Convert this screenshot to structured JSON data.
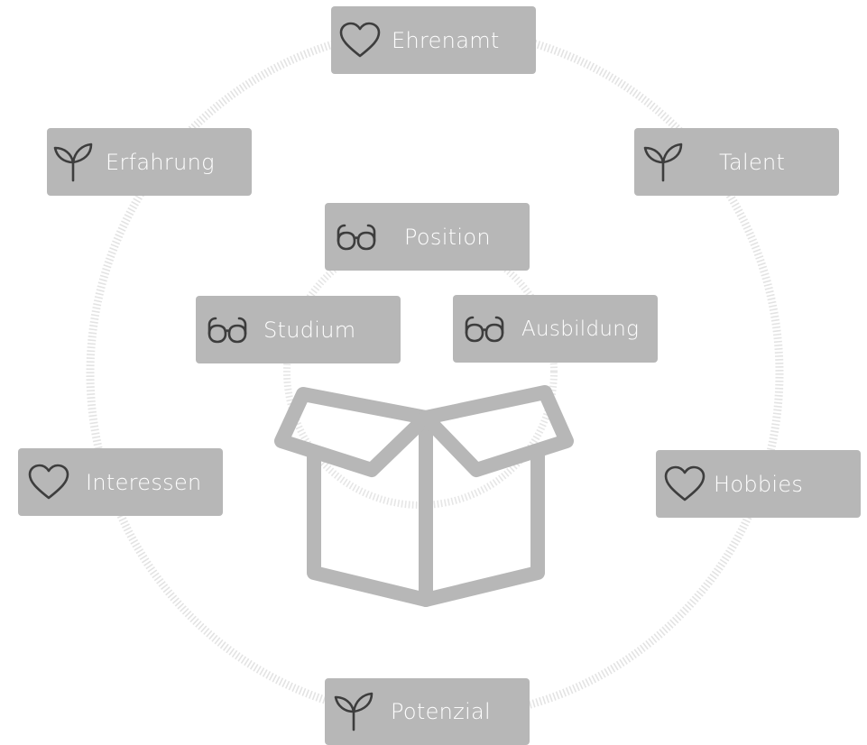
{
  "tags": {
    "ehrenamt": {
      "label": "Ehrenamt",
      "icon": "heart-icon"
    },
    "erfahrung": {
      "label": "Erfahrung",
      "icon": "sprout-icon"
    },
    "talent": {
      "label": "Talent",
      "icon": "sprout-icon"
    },
    "position": {
      "label": "Position",
      "icon": "glasses-icon"
    },
    "studium": {
      "label": "Studium",
      "icon": "glasses-icon"
    },
    "ausbildung": {
      "label": "Ausbildung",
      "icon": "glasses-icon"
    },
    "interessen": {
      "label": "Interessen",
      "icon": "heart-icon"
    },
    "hobbies": {
      "label": "Hobbies",
      "icon": "heart-icon"
    },
    "potenzial": {
      "label": "Potenzial",
      "icon": "sprout-icon"
    }
  },
  "center_icon": "open-box-icon",
  "colors": {
    "tag_bg": "#b7b7b7",
    "tag_text": "#ffffff",
    "icon_stroke": "#3d3d3d",
    "ring": "#e3e3e3",
    "box_stroke": "#b7b7b7"
  }
}
